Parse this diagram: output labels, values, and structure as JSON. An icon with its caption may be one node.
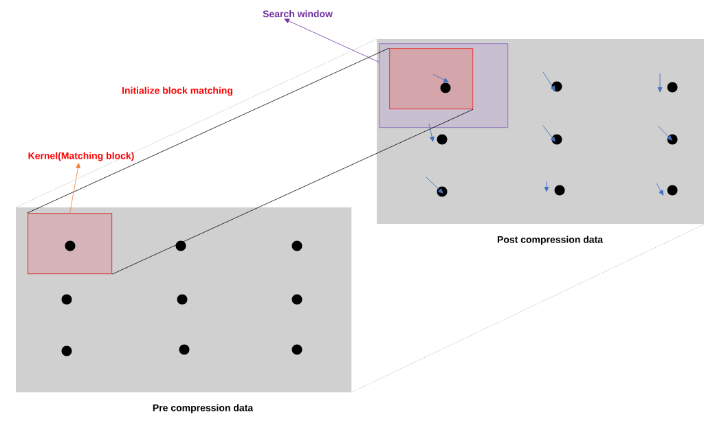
{
  "diagram": {
    "nodes": [
      {
        "text": [
          "Search window"
        ]
      },
      {
        "text": [
          "Post compression data"
        ]
      },
      {
        "text": [],
        "shape": "box",
        "in": 1
      },
      {
        "text": [],
        "shape": "box",
        "in": 2
      },
      {
        "text": [
          "Kernel(Matching block)"
        ]
      },
      {
        "text": [
          "Pre compression data"
        ]
      },
      {
        "text": [],
        "shape": "box",
        "in": 5
      }
    ],
    "edges": [
      {
        "from": 2,
        "to": 0,
        "arrow": "to",
        "color": "#7030a0"
      },
      {
        "from": 6,
        "to": 4,
        "arrow": "to",
        "color": "#ed7d31"
      },
      {
        "from": 6,
        "to": 3,
        "arrow": "none"
      },
      {
        "from": 6,
        "to": 3,
        "arrow": "none"
      },
      {
        "from": 5,
        "to": 1,
        "arrow": "none",
        "style": "dashed",
        "color": "#808080"
      },
      {
        "from": 5,
        "to": 1,
        "arrow": "none",
        "style": "dashed",
        "color": "#808080"
      }
    ],
    "labels": [
      "Initialize block matching"
    ]
  }
}
